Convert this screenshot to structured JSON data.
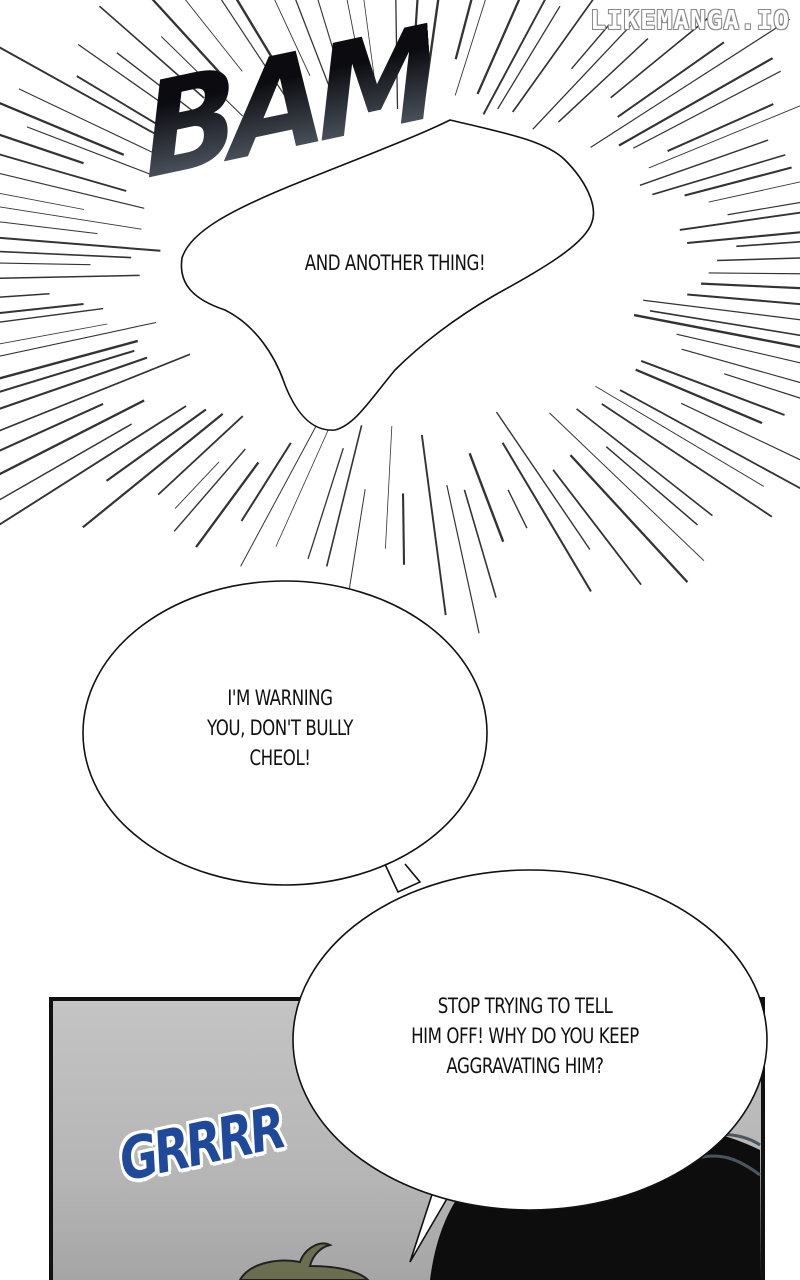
{
  "watermark": "LIKEMANGA.IO",
  "sfx": {
    "bam": "BAM",
    "grrr": "GRRRR"
  },
  "bubbles": [
    {
      "text": "AND ANOTHER THING!"
    },
    {
      "lines": [
        "I'M WARNING",
        "YOU, DON'T BULLY",
        "CHEOL!"
      ]
    },
    {
      "lines": [
        "STOP TRYING TO TELL",
        "HIM OFF! WHY DO YOU KEEP",
        "AGGRAVATING HIM?"
      ]
    }
  ],
  "colors": {
    "sfx_blue": "#1f4a9c",
    "panel_gray": "#b8b8b8"
  }
}
